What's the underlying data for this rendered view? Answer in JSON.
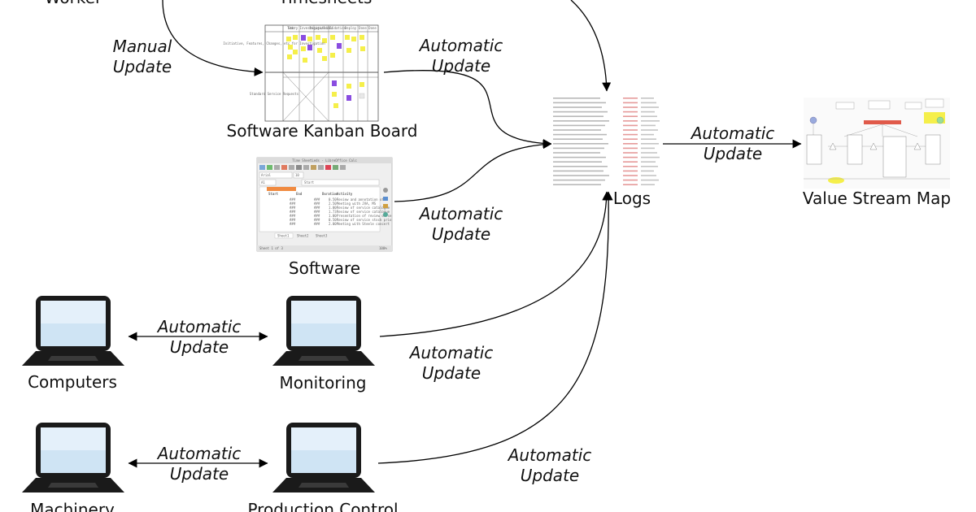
{
  "nodes": {
    "worker": "Worker",
    "timesheets": "Timesheets",
    "kanban": "Software Kanban Board",
    "software": "Software",
    "logs": "Logs",
    "vsm": "Value Stream Map",
    "computers": "Computers",
    "monitoring": "Monitoring",
    "machinery": "Machinery",
    "production_control": "Production Control"
  },
  "edges": {
    "manual_update_line1": "Manual",
    "automatic_line1": "Automatic",
    "update_line2": "Update"
  },
  "kanban_thumb": {
    "columns": [
      "Todo",
      "Story Investigation",
      "Design/Build",
      "Validation",
      "Deploy",
      "Done",
      "Done"
    ],
    "row_labels": [
      "Initiative, Features, Changes, etc for Investigation",
      "Standard Service Requests"
    ]
  },
  "spreadsheet_thumb": {
    "title": "Time SheetLeds - LibreOffice Calc",
    "font": "Arial",
    "font_size": "10",
    "cell_ref": "A1",
    "formula": "Start",
    "headers": [
      "Start",
      "End",
      "Duration",
      "Activity"
    ],
    "rows": [
      {
        "start": "###",
        "end": "###",
        "duration": "0.50",
        "activity": "Review and annotation of A"
      },
      {
        "start": "###",
        "end": "###",
        "duration": "2.50",
        "activity": "Meeting with JVA, MS"
      },
      {
        "start": "###",
        "end": "###",
        "duration": "1.00",
        "activity": "Review of service catalogue"
      },
      {
        "start": "###",
        "end": "###",
        "duration": "1.73",
        "activity": "Review of service catalogue"
      },
      {
        "start": "###",
        "end": "###",
        "duration": "1.00",
        "activity": "Presentation of review of se"
      },
      {
        "start": "###",
        "end": "###",
        "duration": "0.50",
        "activity": "Review of service stock prio"
      },
      {
        "start": "###",
        "end": "###",
        "duration": "2.00",
        "activity": "Meeting with Steele concert"
      }
    ],
    "sheets": [
      "Sheet1",
      "Sheet2",
      "Sheet3"
    ],
    "status": "Sheet 1 of 3",
    "zoom": "100%"
  }
}
